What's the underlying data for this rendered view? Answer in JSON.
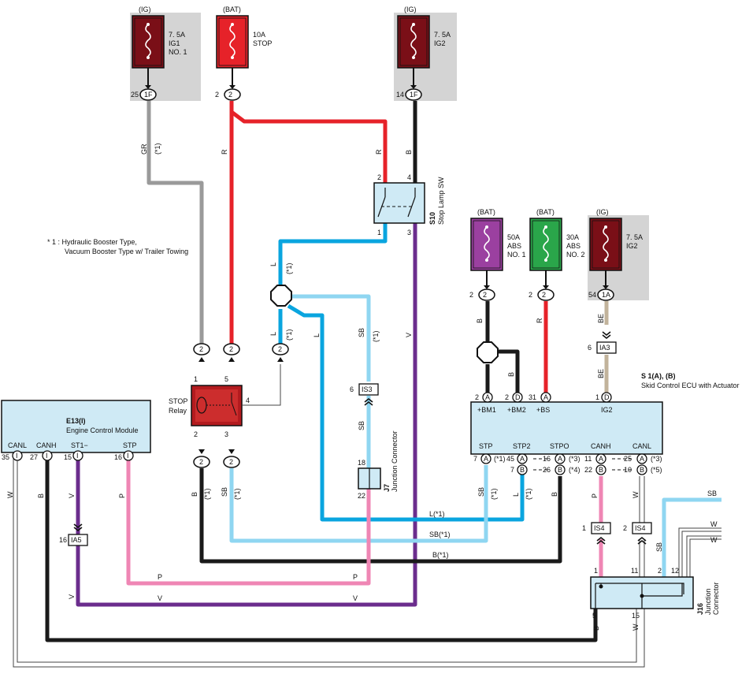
{
  "fuses": [
    {
      "source": "(IG)",
      "rating": "7. 5A",
      "name1": "IG1",
      "name2": "NO. 1",
      "pin": "25",
      "conn": "1F",
      "fill": "#7a0f17"
    },
    {
      "source": "(BAT)",
      "rating": "10A",
      "name1": "STOP",
      "name2": "",
      "pin": "2",
      "conn": "2",
      "fill": "#e62229"
    },
    {
      "source": "(IG)",
      "rating": "7. 5A",
      "name1": "IG2",
      "name2": "",
      "pin": "14",
      "conn": "1F",
      "fill": "#7a0f17"
    },
    {
      "source": "(BAT)",
      "rating": "50A",
      "name1": "ABS",
      "name2": "NO. 1",
      "pin": "2",
      "conn": "2",
      "fill": "#9b40a0"
    },
    {
      "source": "(BAT)",
      "rating": "30A",
      "name1": "ABS",
      "name2": "NO. 2",
      "pin": "2",
      "conn": "2",
      "fill": "#2aa64a"
    },
    {
      "source": "(IG)",
      "rating": "7. 5A",
      "name1": "IG2",
      "name2": "",
      "pin": "54",
      "conn": "1A",
      "fill": "#7a0f17"
    }
  ],
  "note": {
    "line1": "* 1 : Hydraulic Booster Type,",
    "line2": "Vacuum Booster Type w/ Trailer Towing"
  },
  "stop_lamp_sw": {
    "code": "S10",
    "name": "Stop Lamp SW",
    "pins": [
      "2",
      "4",
      "1",
      "3"
    ]
  },
  "stop_relay": {
    "label1": "STOP",
    "label2": "Relay",
    "pins": [
      "1",
      "5",
      "4",
      "2",
      "3"
    ]
  },
  "ecm": {
    "code": "E13(I)",
    "name": "Engine Control Module",
    "terms": [
      "CANL",
      "CANH",
      "ST1−",
      "STP"
    ],
    "pins": [
      "35",
      "27",
      "15",
      "16"
    ],
    "conn": "I"
  },
  "skid_ecu": {
    "code": "S 1(A), (B)",
    "name": "Skid Control ECU with Actuator",
    "top_terms": [
      "+BM1",
      "+BM2",
      "+BS",
      "IG2"
    ],
    "top_pins": [
      "2",
      "2",
      "31",
      "1"
    ],
    "top_conn": [
      "A",
      "D",
      "A",
      "D"
    ],
    "bot_terms": [
      "STP",
      "STP2",
      "STPO",
      "CANH",
      "CANL"
    ]
  },
  "j7": {
    "code": "J7",
    "name": "Junction Connector",
    "pins": [
      "18",
      "22"
    ]
  },
  "j16": {
    "code": "J16",
    "name1": "Junction",
    "name2": "Connector",
    "pins": [
      "1",
      "11",
      "2",
      "12",
      "5",
      "15"
    ]
  },
  "inline_connectors": [
    {
      "pin": "6",
      "conn": "IS3"
    },
    {
      "pin": "6",
      "conn": "IA3"
    },
    {
      "pin": "16",
      "conn": "IA5"
    },
    {
      "pin": "1",
      "conn": "IS4"
    },
    {
      "pin": "2",
      "conn": "IS4"
    }
  ],
  "wire_labels": {
    "gr": "GR",
    "r": "R",
    "b": "B",
    "l": "L",
    "sb": "SB",
    "v": "V",
    "p": "P",
    "w": "W",
    "be": "BE",
    "star1": "(*1)",
    "star3": "(*3)",
    "star4": "(*4)",
    "star5": "(*5)",
    "l_star1": "L(*1)",
    "sb_star1": "SB(*1)",
    "b_star1": "B(*1)"
  },
  "colors": {
    "red": "#e62229",
    "black": "#1a1a1a",
    "gray": "#9a9a9a",
    "blue": "#0aa5df",
    "sky": "#8fd6f1",
    "violet": "#6b2d8d",
    "pink": "#ef86b4",
    "tan": "#c2b39b",
    "ecu_fill": "#cfeaf5",
    "fuse_bg": "#d4d4d4"
  }
}
